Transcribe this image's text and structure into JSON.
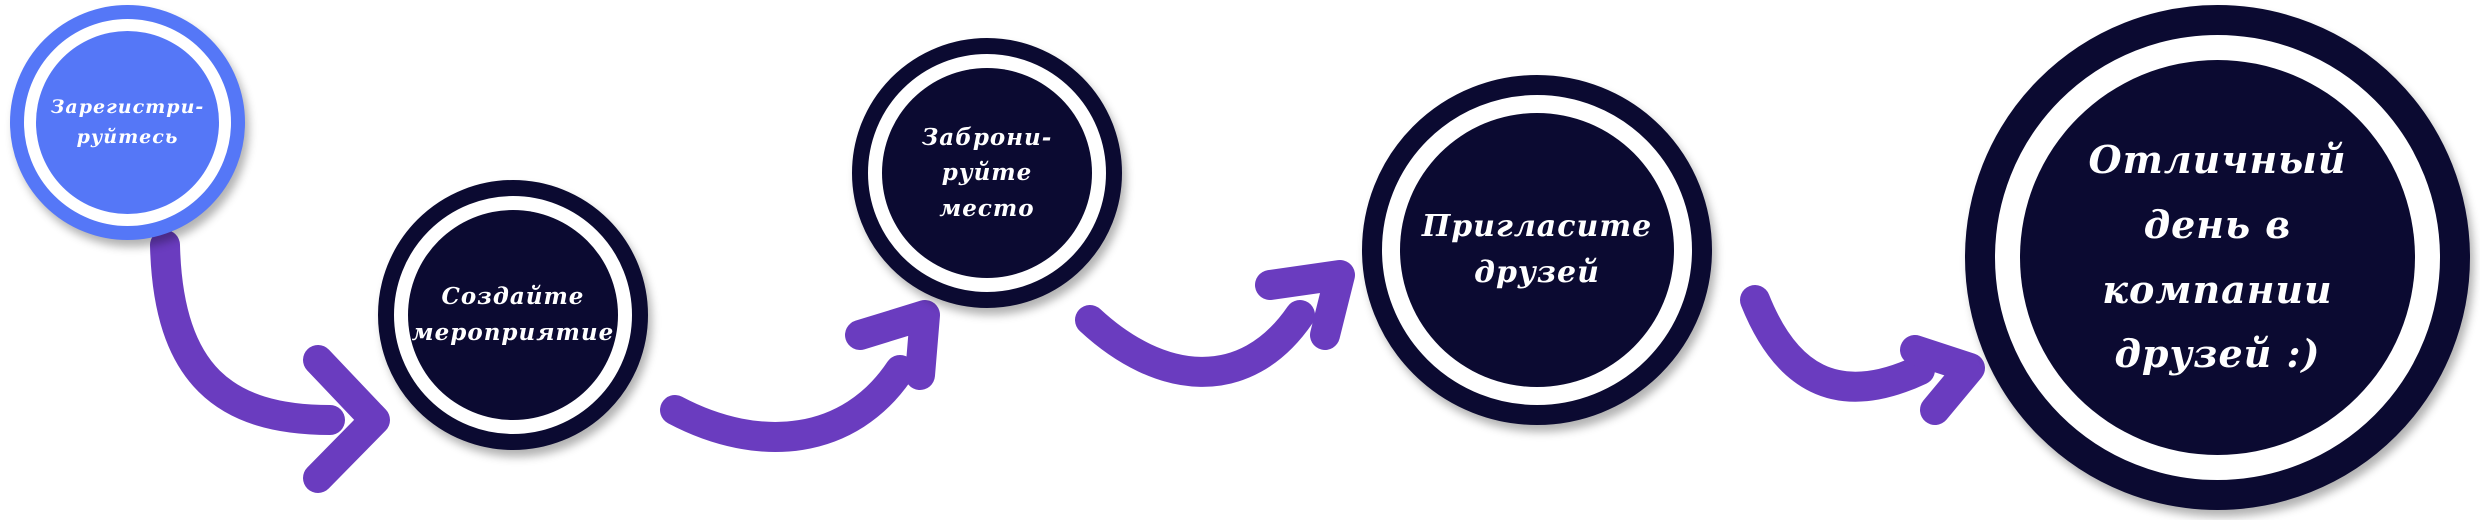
{
  "colors": {
    "first_step": "#5577f7",
    "step": "#0b0a31",
    "arrow": "#6a3cbf",
    "ring": "#ffffff"
  },
  "steps": [
    {
      "label": "Зарегистри-\nруйтесь"
    },
    {
      "label": "Создайте\nмероприятие"
    },
    {
      "label": "Заброни-\nруйте\nместо"
    },
    {
      "label": "Пригласите\nдрузей"
    },
    {
      "label": "Отличный\nдень в\nкомпании\nдрузей :)"
    }
  ]
}
